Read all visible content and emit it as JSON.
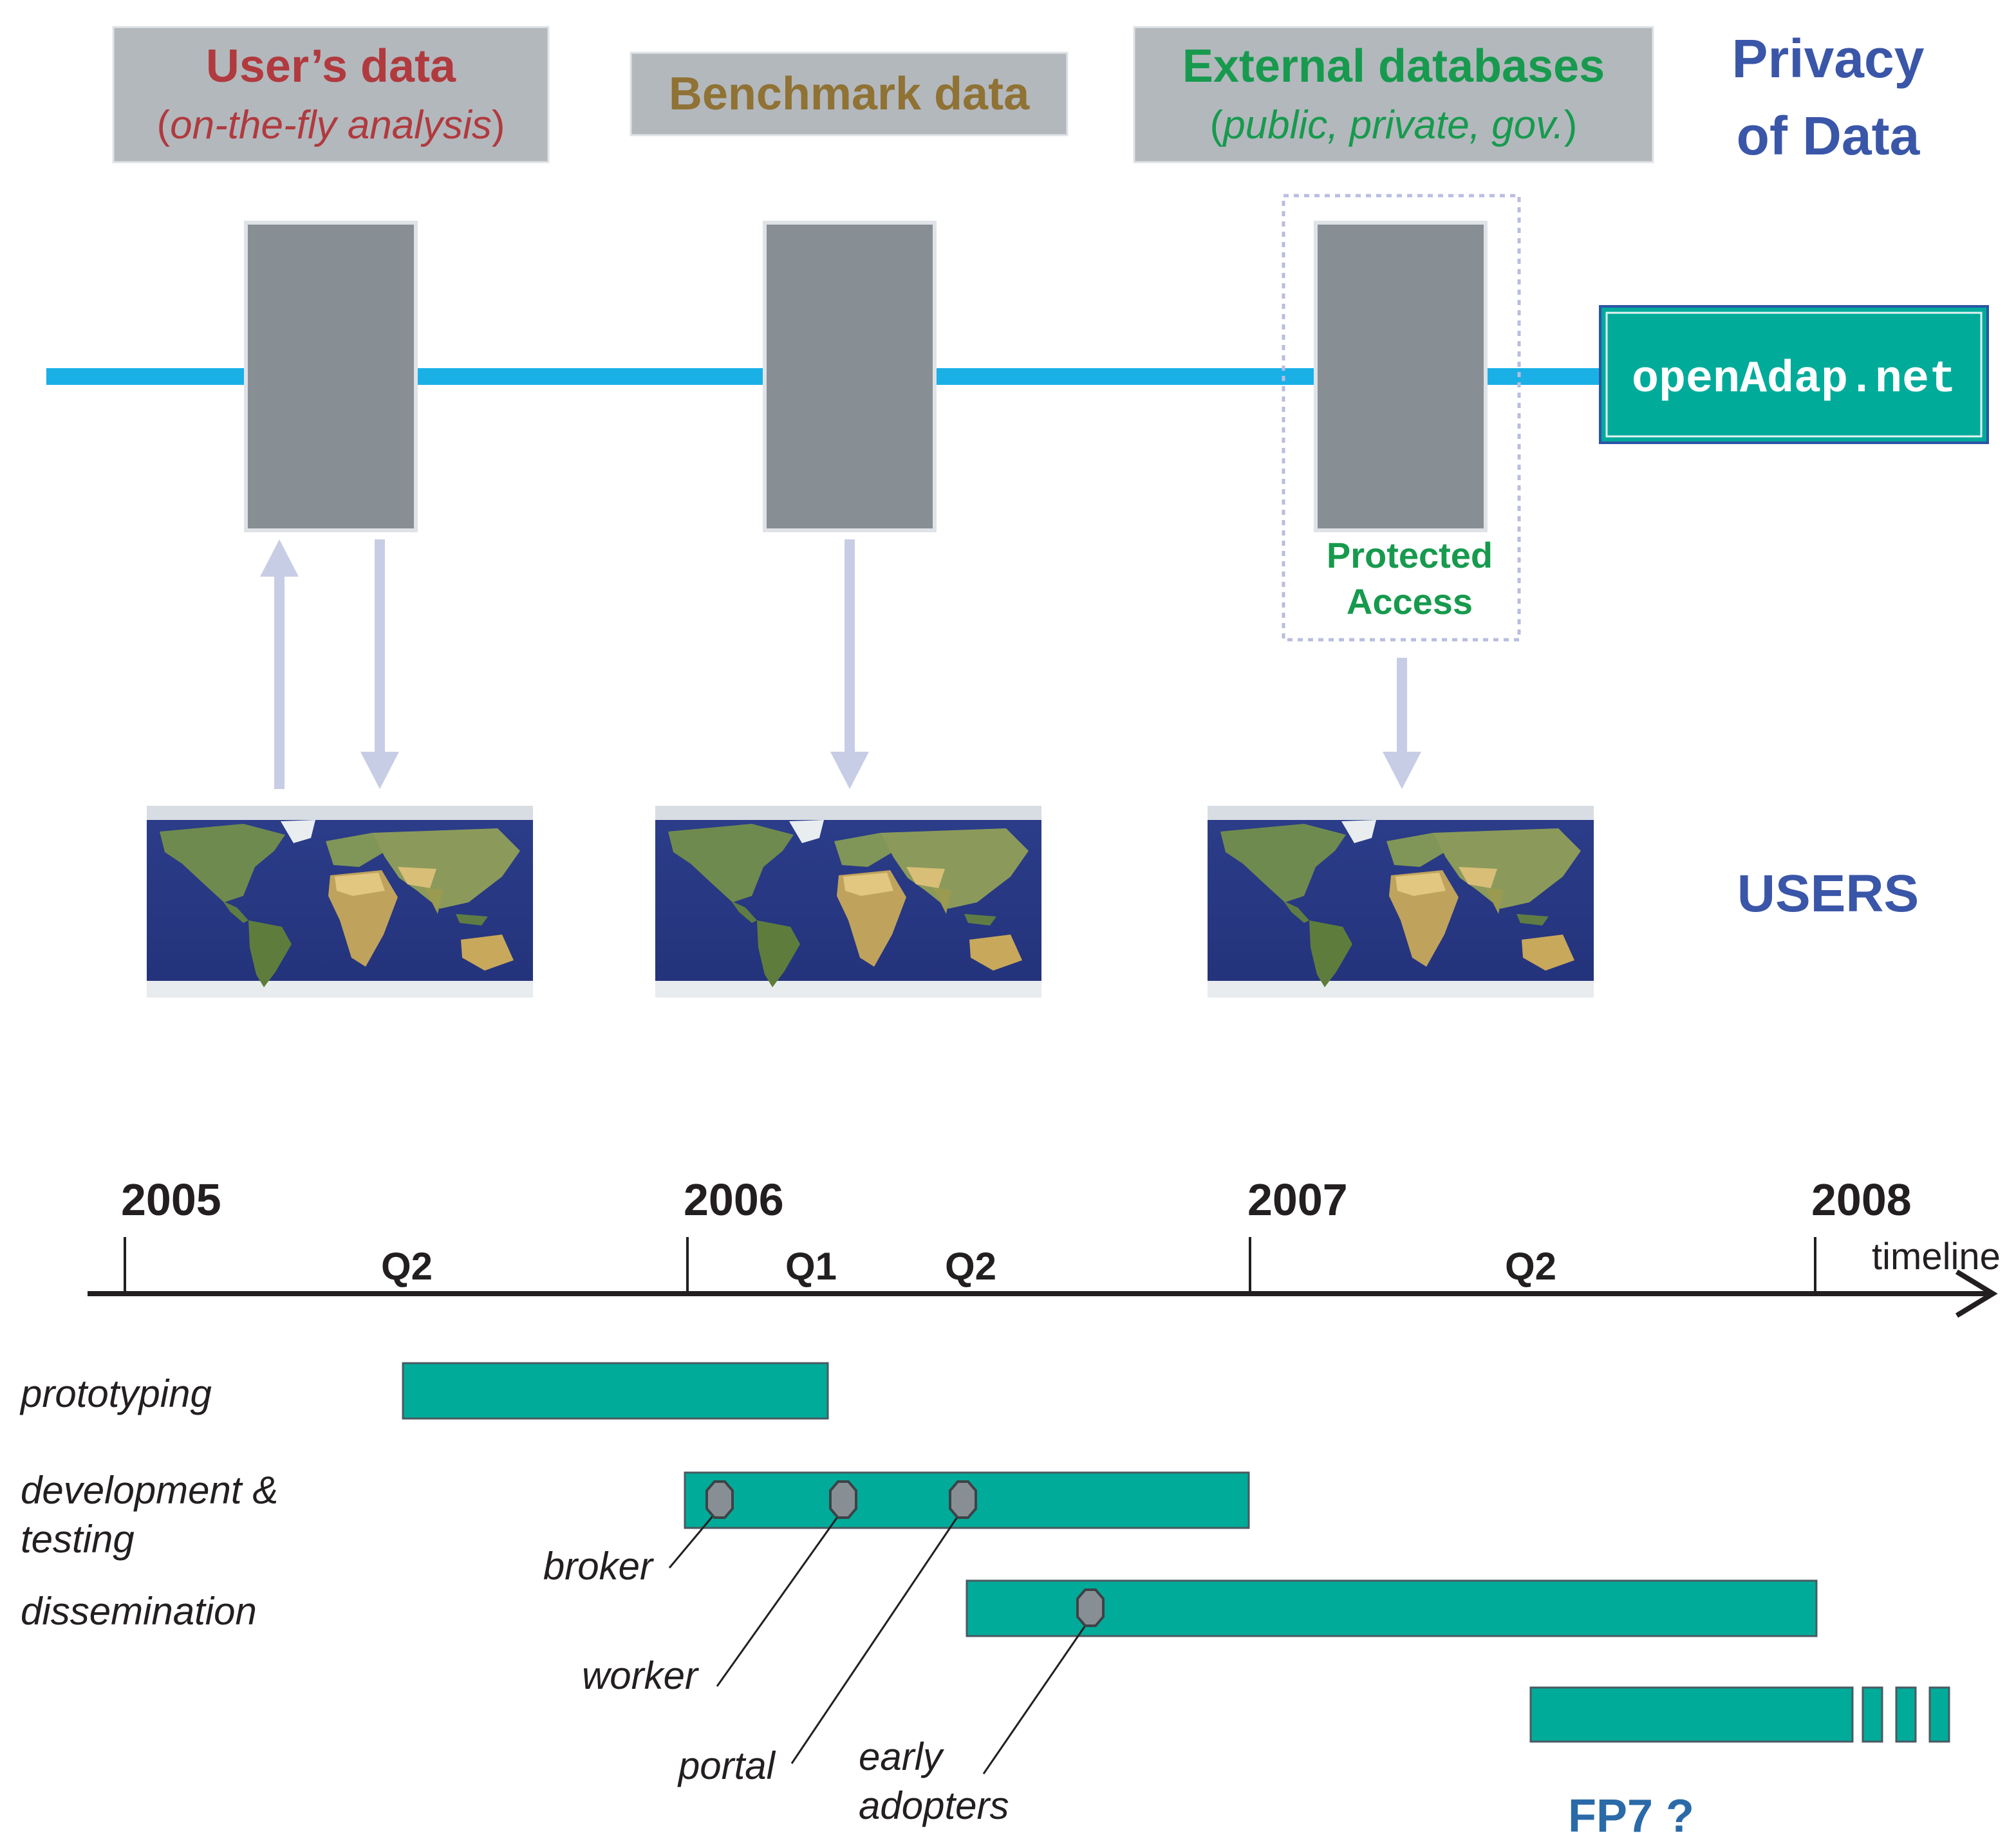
{
  "sources": [
    {
      "title": "User’s data",
      "subtitle_open": "(",
      "subtitle_italic": "on-the-fly analysis",
      "subtitle_close": ")"
    },
    {
      "title": "Benchmark data"
    },
    {
      "title": "External databases",
      "subtitle_open": "(",
      "subtitle_italic": "public, private, gov.",
      "subtitle_close": ")"
    }
  ],
  "privacy": {
    "line1": "Privacy",
    "line2": "of Data"
  },
  "network_label": "openAdap.net",
  "protected": {
    "line1": "Protected",
    "line2": "Access"
  },
  "users_label": "USERS",
  "timeline": {
    "years": [
      "2005",
      "2006",
      "2007",
      "2008"
    ],
    "quarters": [
      "Q2",
      "Q1",
      "Q2",
      "Q2"
    ],
    "axis_label": "timeline"
  },
  "phases": {
    "prototyping": "prototyping",
    "development_line1": "development &",
    "development_line2": "testing",
    "dissemination": "dissemination"
  },
  "milestones": {
    "broker": "broker",
    "worker": "worker",
    "portal": "portal",
    "early_line1": "early",
    "early_line2": "adopters"
  },
  "fp7_label": "FP7 ?",
  "colors": {
    "network_line": "#1ab0e6",
    "teal": "#00ab9a",
    "gray_box": "#878e94",
    "label_box": "#b3b8bd",
    "arrow": "#c8cde6",
    "users_title": "#b03a3e",
    "benchmark_title": "#8f7234",
    "external_title": "#179a4e",
    "privacy_blue": "#3a56a8"
  }
}
